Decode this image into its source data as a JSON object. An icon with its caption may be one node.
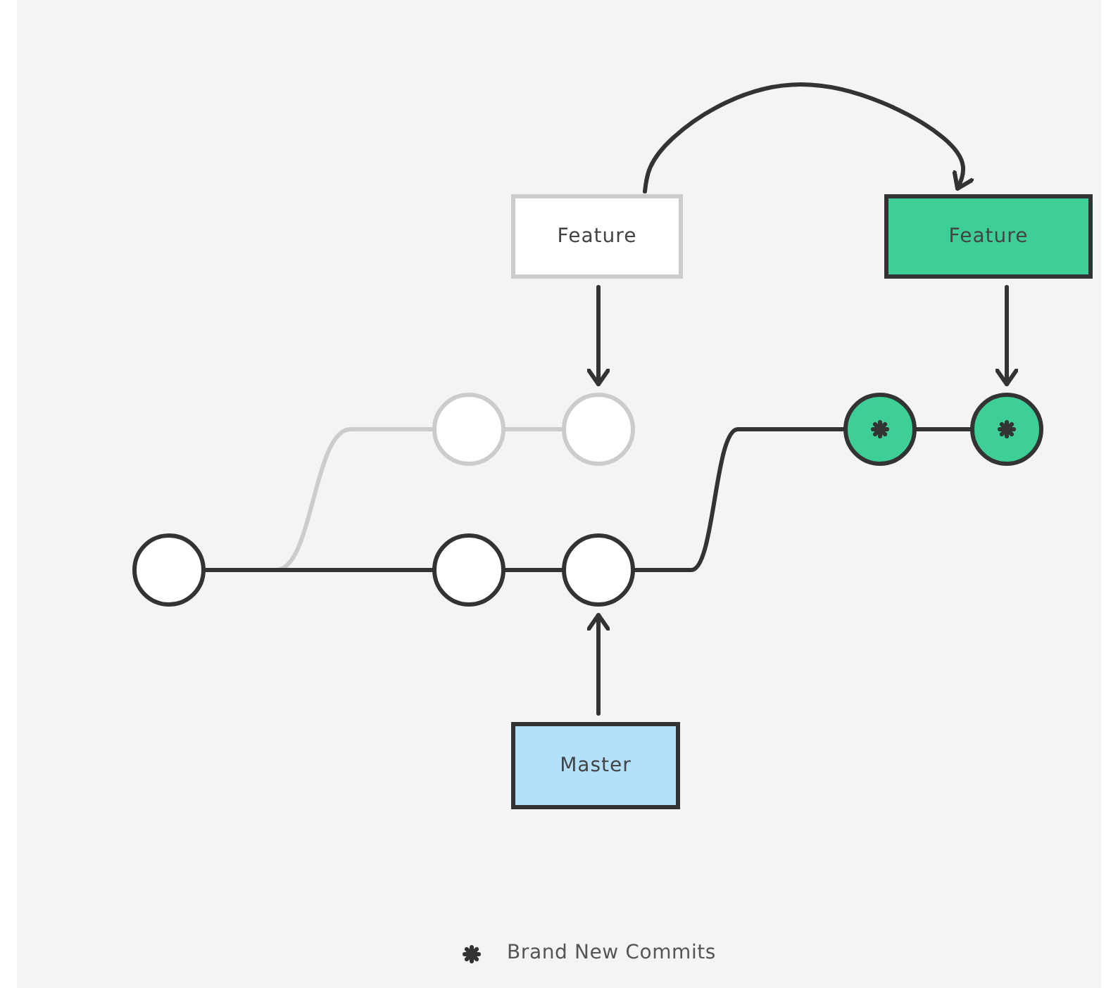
{
  "diagram": {
    "nodes": [
      {
        "text": [
          "Feature"
        ]
      },
      {
        "text": [
          "Feature"
        ]
      },
      {
        "text": [],
        "shape": "circle"
      },
      {
        "text": [],
        "shape": "circle"
      },
      {
        "text": [],
        "shape": "circle"
      },
      {
        "text": [],
        "shape": "circle"
      },
      {
        "text": [],
        "shape": "circle"
      },
      {
        "text": [],
        "shape": "circle"
      },
      {
        "text": [],
        "shape": "circle"
      },
      {
        "text": [
          "Master"
        ]
      }
    ],
    "edges": [
      {
        "from": 0,
        "to": 1,
        "arrow": "to"
      },
      {
        "from": 0,
        "to": 4,
        "arrow": "to"
      },
      {
        "from": 1,
        "to": 8,
        "arrow": "to"
      },
      {
        "from": 2,
        "to": 3,
        "arrow": "none",
        "color": "#cccccc"
      },
      {
        "from": 3,
        "to": 4,
        "arrow": "none",
        "color": "#cccccc"
      },
      {
        "from": 2,
        "to": 5,
        "arrow": "none"
      },
      {
        "from": 5,
        "to": 6,
        "arrow": "none"
      },
      {
        "from": 6,
        "to": 7,
        "arrow": "none"
      },
      {
        "from": 7,
        "to": 8,
        "arrow": "none"
      },
      {
        "from": 9,
        "to": 6,
        "arrow": "to"
      }
    ],
    "legend": [
      {
        "text": "Brand New Commits"
      }
    ]
  }
}
